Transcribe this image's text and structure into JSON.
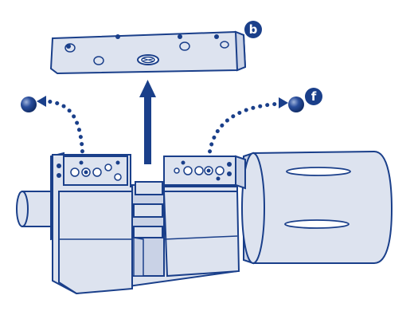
{
  "diagram": {
    "callouts": {
      "b": "b",
      "f": "f"
    },
    "colors": {
      "accent": "#1a3f8a",
      "fill": "#dde3ef",
      "fill_shadow": "#c9d2e6",
      "line": "#1a3f8a",
      "background": "#ffffff"
    },
    "parts": [
      "lock-cylinder-body",
      "cam-bar",
      "pin-bar-removed",
      "ball-bearing-left",
      "ball-bearing-right",
      "knob",
      "spindle-stub"
    ]
  }
}
